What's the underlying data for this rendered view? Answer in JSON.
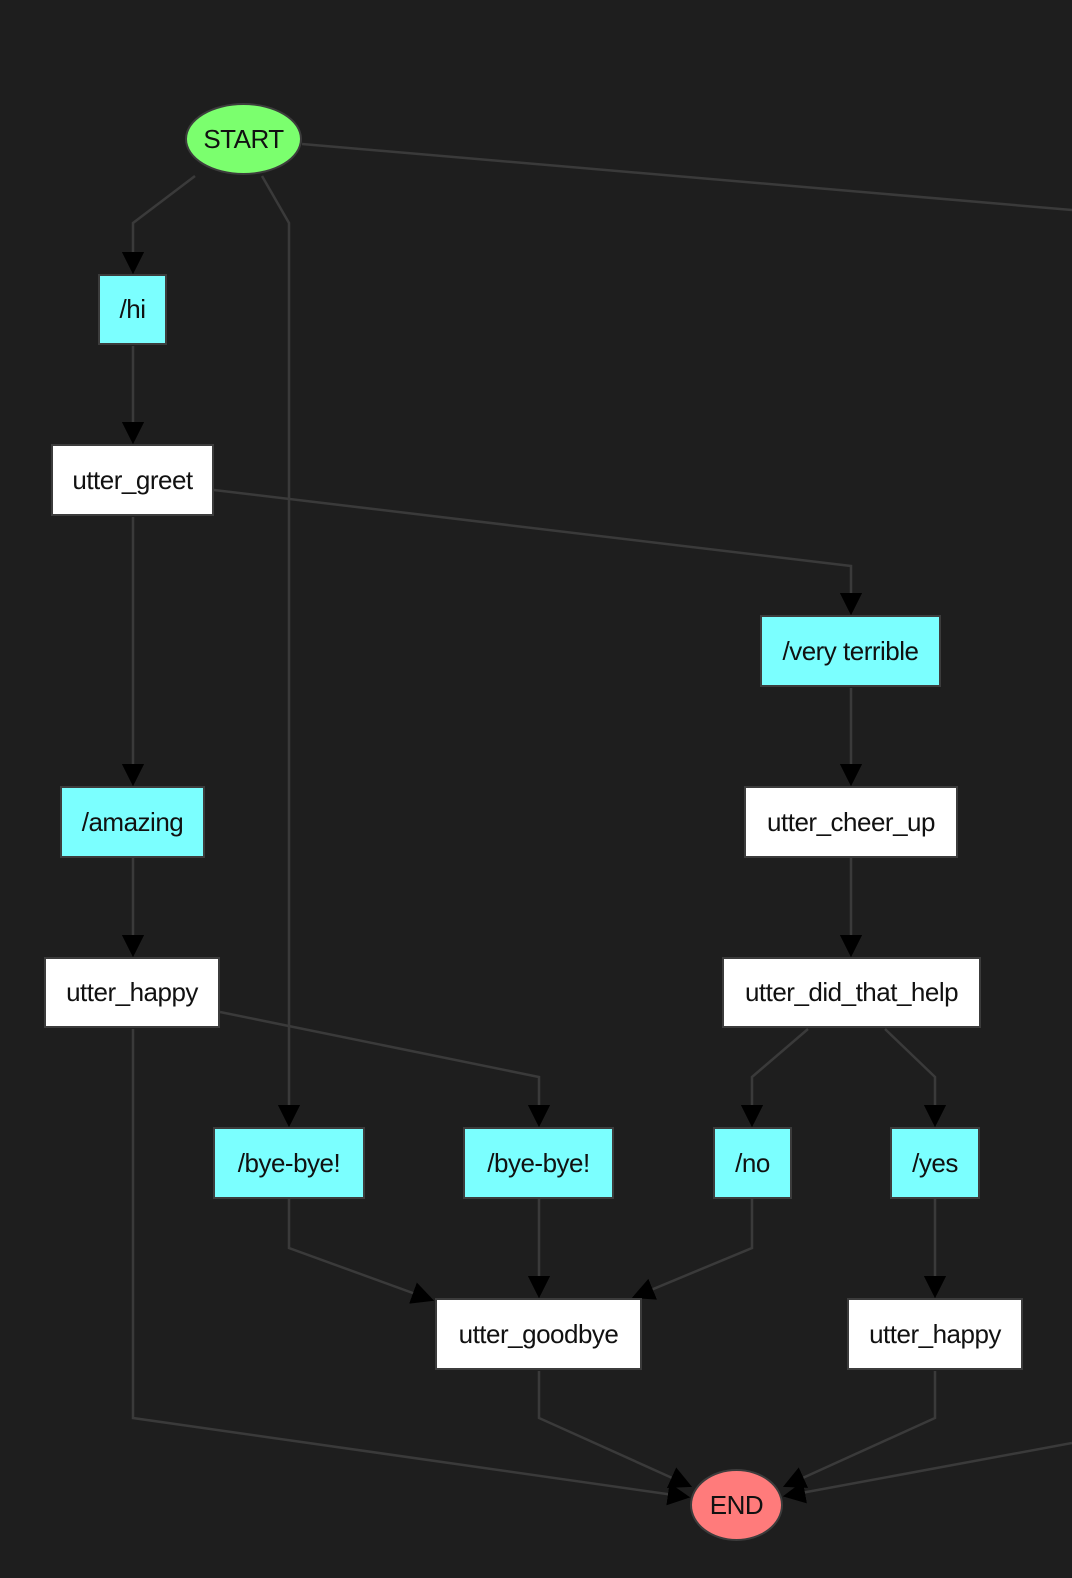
{
  "colors": {
    "background": "#1e1e1e",
    "edge": "#3a3a3a",
    "intent": "#7bffff",
    "action": "#ffffff",
    "start": "#7bff6e",
    "end": "#ff7b7b"
  },
  "nodes": {
    "start": "START",
    "end": "END",
    "hi": "/hi",
    "utter_greet": "utter_greet",
    "very_terrible": "/very terrible",
    "amazing": "/amazing",
    "utter_cheer_up": "utter_cheer_up",
    "utter_happy_1": "utter_happy",
    "utter_did_that_help": "utter_did_that_help",
    "bye_bye_1": "/bye-bye!",
    "bye_bye_2": "/bye-bye!",
    "no": "/no",
    "yes": "/yes",
    "utter_goodbye": "utter_goodbye",
    "utter_happy_2": "utter_happy"
  },
  "edges": [
    [
      "start",
      "hi"
    ],
    [
      "start",
      "bye_bye_1"
    ],
    [
      "hi",
      "utter_greet"
    ],
    [
      "utter_greet",
      "amazing"
    ],
    [
      "utter_greet",
      "very_terrible"
    ],
    [
      "amazing",
      "utter_happy_1"
    ],
    [
      "very_terrible",
      "utter_cheer_up"
    ],
    [
      "utter_cheer_up",
      "utter_did_that_help"
    ],
    [
      "utter_happy_1",
      "bye_bye_2"
    ],
    [
      "utter_happy_1",
      "end"
    ],
    [
      "utter_did_that_help",
      "no"
    ],
    [
      "utter_did_that_help",
      "yes"
    ],
    [
      "bye_bye_1",
      "utter_goodbye"
    ],
    [
      "bye_bye_2",
      "utter_goodbye"
    ],
    [
      "no",
      "utter_goodbye"
    ],
    [
      "yes",
      "utter_happy_2"
    ],
    [
      "utter_goodbye",
      "end"
    ],
    [
      "utter_happy_2",
      "end"
    ]
  ]
}
